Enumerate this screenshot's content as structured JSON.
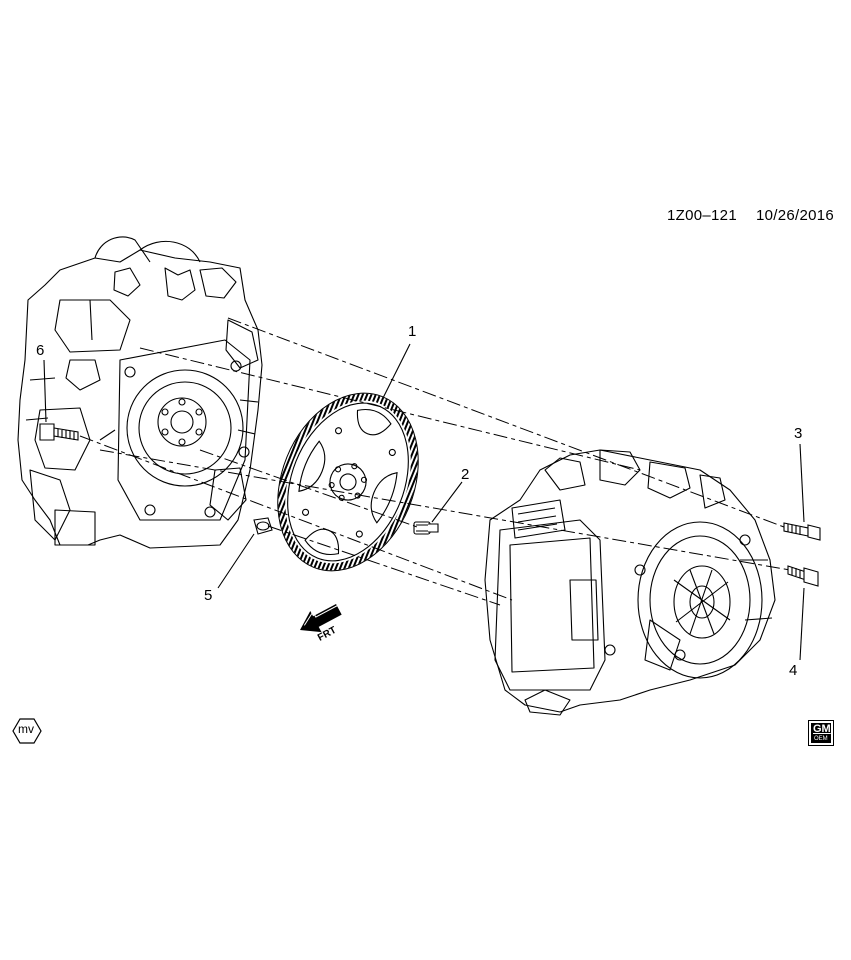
{
  "ref_code": "1Z00–121",
  "ref_date": "10/26/2016",
  "callouts": [
    {
      "n": "1",
      "part": "flywheel"
    },
    {
      "n": "2",
      "part": "bolt"
    },
    {
      "n": "3",
      "part": "bolt"
    },
    {
      "n": "4",
      "part": "bolt"
    },
    {
      "n": "5",
      "part": "bolt"
    },
    {
      "n": "6",
      "part": "bolt"
    }
  ],
  "front_arrow": "FRT",
  "mv_badge": "mv",
  "logo": {
    "gm": "GM",
    "sub": "OEM"
  }
}
